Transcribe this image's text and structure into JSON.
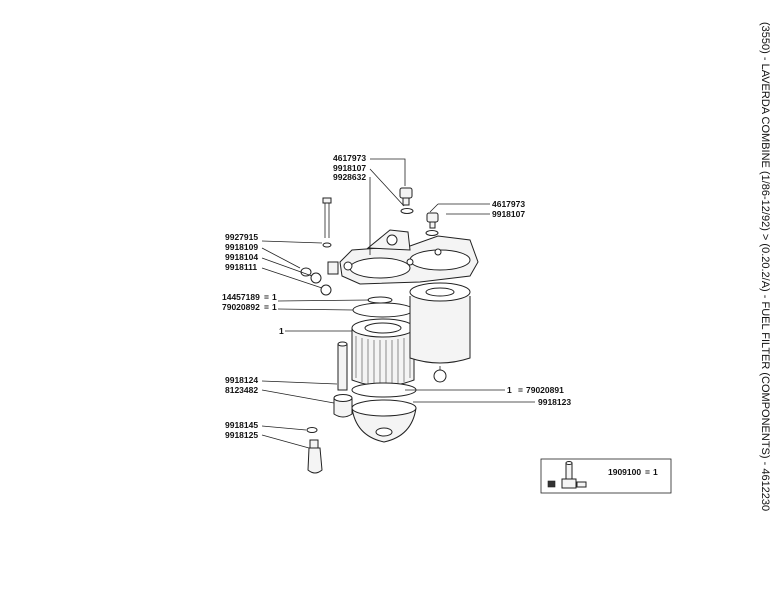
{
  "side_title": "(3550) - LAVERDA COMBINE (1/86-12/92) > (0.20.2/A) - FUEL FILTER (COMPONENTS) - 4612230",
  "labels": {
    "l4617973a": "4617973",
    "l9918107a": "9918107",
    "l9928632": "9928632",
    "l4617973b": "4617973",
    "l9918107b": "9918107",
    "l9927915": "9927915",
    "l9918109": "9918109",
    "l9918104": "9918104",
    "l9918111": "9918111",
    "l14457189": "14457189",
    "l79020892": "79020892",
    "l1a": "1",
    "l1b": "1",
    "l1c": "1",
    "l1d": "1",
    "l79020891": "79020891",
    "l9918123": "9918123",
    "l9918124": "9918124",
    "l8123482": "8123482",
    "l9918145": "9918145",
    "l9918125": "9918125",
    "kit": "1909100",
    "kit_qty": "1",
    "eq": "="
  }
}
